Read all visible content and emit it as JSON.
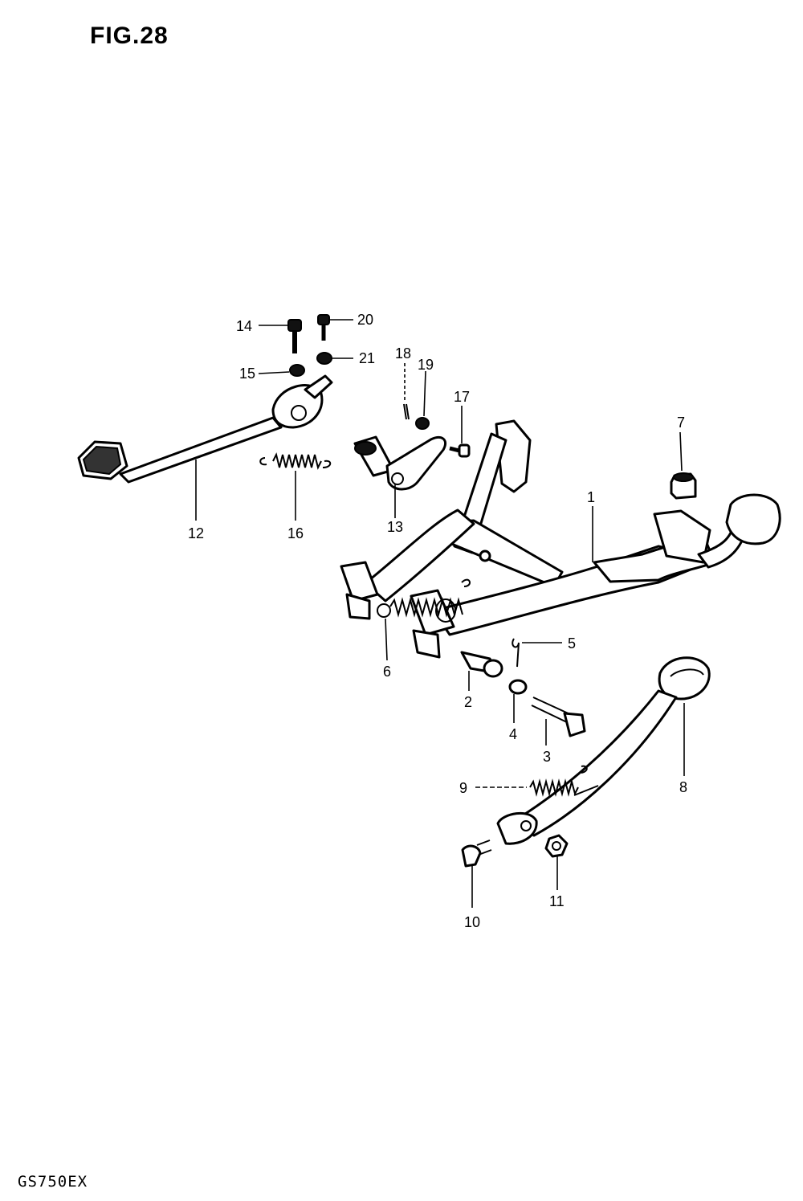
{
  "figure": {
    "title": "FIG.28",
    "model": "GS750EX"
  },
  "callouts": [
    {
      "id": "1",
      "text": "1"
    },
    {
      "id": "2",
      "text": "2"
    },
    {
      "id": "3",
      "text": "3"
    },
    {
      "id": "4",
      "text": "4"
    },
    {
      "id": "5",
      "text": "5"
    },
    {
      "id": "6",
      "text": "6"
    },
    {
      "id": "7",
      "text": "7"
    },
    {
      "id": "8",
      "text": "8"
    },
    {
      "id": "9",
      "text": "9"
    },
    {
      "id": "10",
      "text": "10"
    },
    {
      "id": "11",
      "text": "11"
    },
    {
      "id": "12",
      "text": "12"
    },
    {
      "id": "13",
      "text": "13"
    },
    {
      "id": "14",
      "text": "14"
    },
    {
      "id": "15",
      "text": "15"
    },
    {
      "id": "16",
      "text": "16"
    },
    {
      "id": "17",
      "text": "17"
    },
    {
      "id": "18",
      "text": "18"
    },
    {
      "id": "19",
      "text": "19"
    },
    {
      "id": "20",
      "text": "20"
    },
    {
      "id": "21",
      "text": "21"
    }
  ]
}
